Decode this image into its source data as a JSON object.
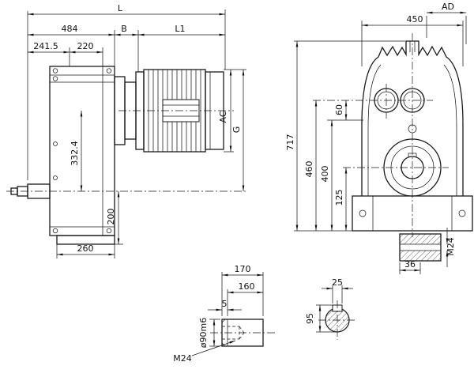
{
  "side_view": {
    "labels": {
      "L": "L",
      "len_484": "484",
      "B": "B",
      "L1": "L1",
      "len_241_5": "241.5",
      "len_220": "220",
      "len_332_4": "332.4",
      "AC": "AC",
      "G": "G",
      "len_200": "200",
      "len_260": "260"
    }
  },
  "front_view": {
    "labels": {
      "len_450": "450",
      "AD": "AD",
      "len_717": "717",
      "len_460": "460",
      "len_400": "400",
      "len_60": "60",
      "len_125": "125",
      "thread": "M24",
      "len_36": "36"
    }
  },
  "shaft_detail": {
    "labels": {
      "len_170": "170",
      "len_160": "160",
      "len_5": "5",
      "diameter": "ø90m6",
      "thread": "M24"
    }
  },
  "shaft_section": {
    "labels": {
      "len_25": "25",
      "len_95": "95"
    }
  }
}
